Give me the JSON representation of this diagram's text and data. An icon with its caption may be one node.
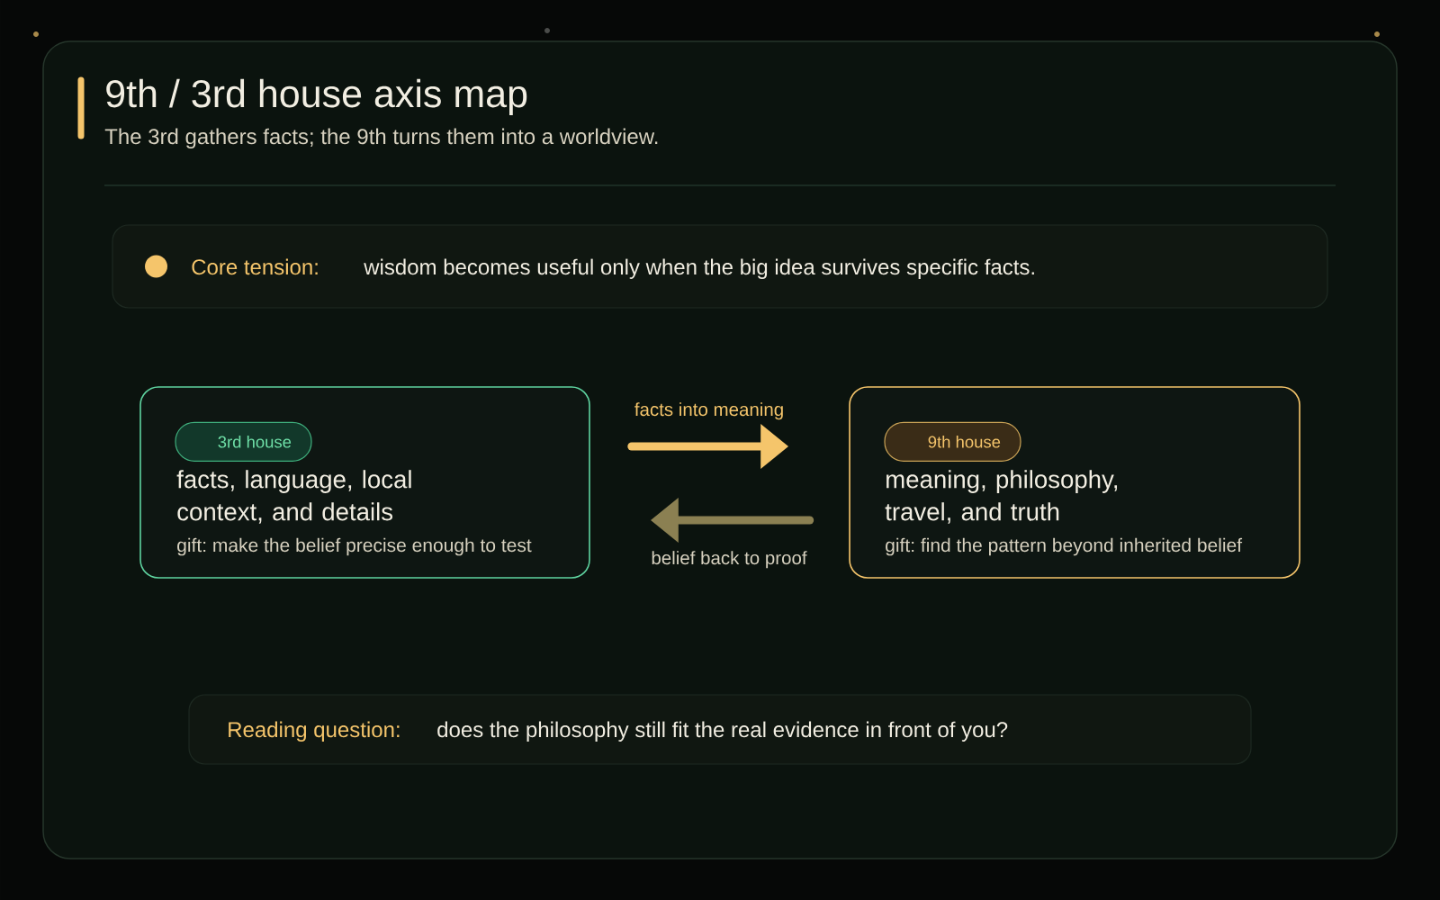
{
  "diagram": {
    "title": "9th / 3rd house axis map",
    "nodes": [
      {
        "text": [
          "Core tension:",
          "wisdom becomes useful only when the big idea survives specific facts."
        ]
      },
      {
        "text": [
          "facts, language, local context, and details",
          "gift: make the belief precise enough to test"
        ]
      },
      {
        "text": [
          "3rd house"
        ],
        "in": 1
      },
      {
        "text": [
          "meaning, philosophy, travel, and truth",
          "gift: find the pattern beyond inherited belief"
        ]
      },
      {
        "text": [
          "9th house"
        ],
        "in": 3
      },
      {
        "text": [
          "Reading question:",
          "does the philosophy still fit the real evidence in front of you?"
        ]
      }
    ],
    "edges": [
      {
        "from": 1,
        "to": 3,
        "arrow": "to",
        "label": "facts into meaning",
        "color": "#f5c56b"
      },
      {
        "from": 3,
        "to": 1,
        "arrow": "to",
        "label": "belief back to proof",
        "color": "#8b8052"
      }
    ],
    "labels": [
      "The 3rd gathers facts; the 9th turns them into a worldview."
    ]
  }
}
